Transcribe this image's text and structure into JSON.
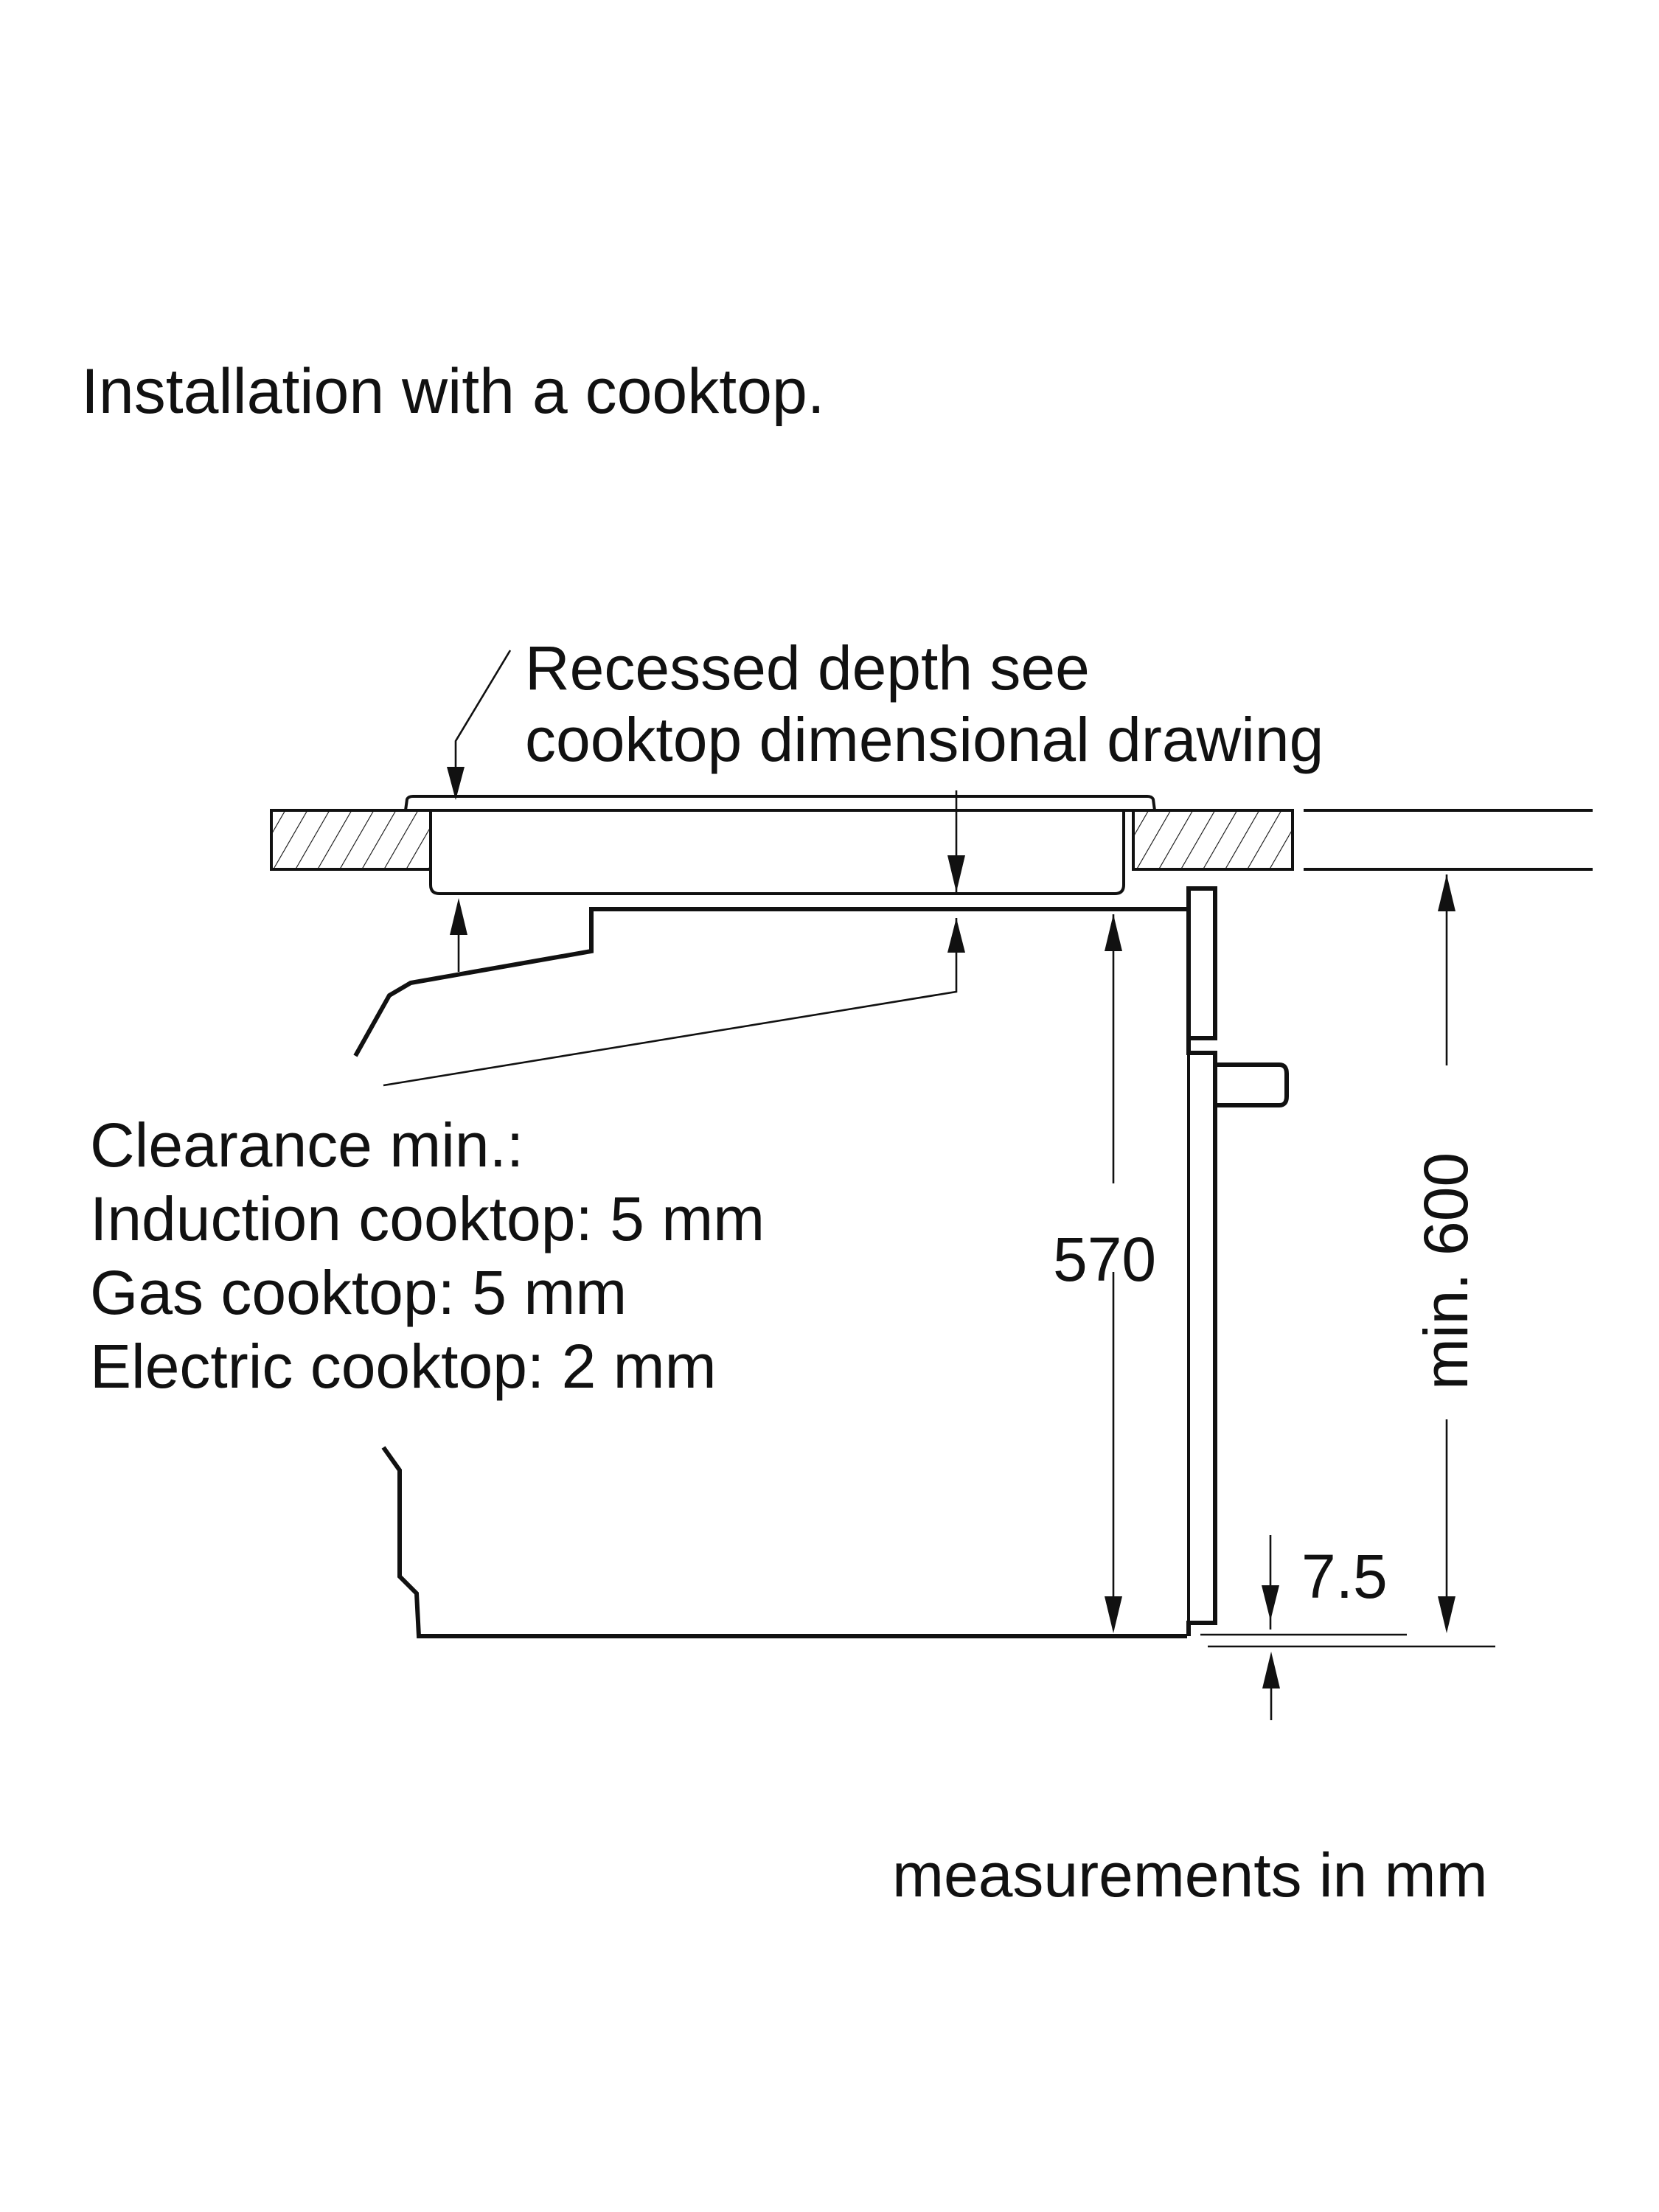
{
  "title": "Installation with a cooktop.",
  "recessed_note": {
    "line1": "Recessed depth see",
    "line2": "cooktop dimensional drawing"
  },
  "clearance": {
    "heading": "Clearance min.:",
    "items": [
      "Induction cooktop: 5 mm",
      "Gas cooktop: 5 mm",
      "Electric cooktop: 2 mm"
    ]
  },
  "dimensions": {
    "oven_height": "570",
    "cabinet_opening": "min. 600",
    "bottom_offset": "7.5"
  },
  "footer": "measurements in mm",
  "colors": {
    "ink": "#111111",
    "background": "#ffffff"
  }
}
